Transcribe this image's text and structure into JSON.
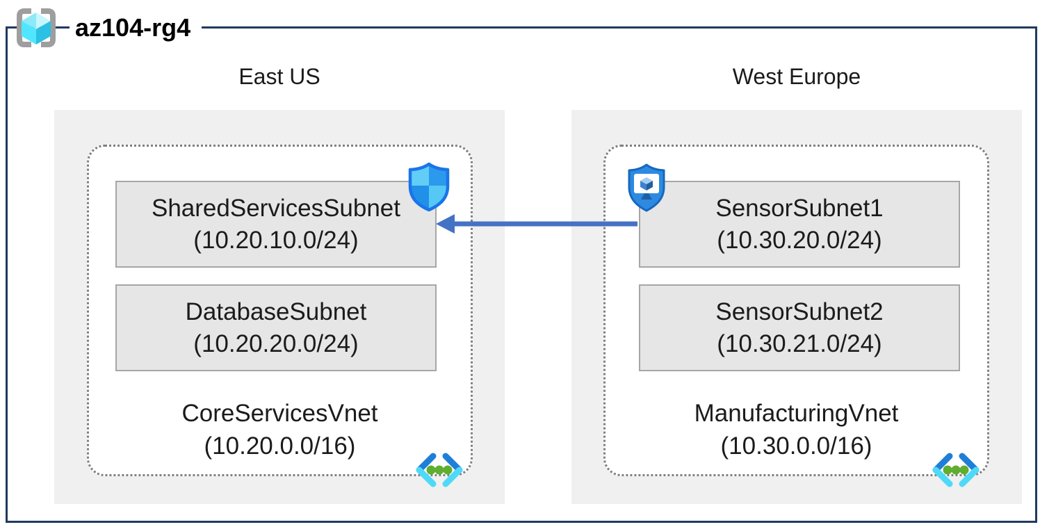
{
  "resource_group": {
    "label": "az104-rg4"
  },
  "regions": [
    {
      "name": "East US",
      "vnet": {
        "name": "CoreServicesVnet",
        "cidr": "(10.20.0.0/16)",
        "subnets": [
          {
            "name": "SharedServicesSubnet",
            "cidr": "(10.20.10.0/24)",
            "badge": "network-security-shield"
          },
          {
            "name": "DatabaseSubnet",
            "cidr": "(10.20.20.0/24)"
          }
        ]
      }
    },
    {
      "name": "West Europe",
      "vnet": {
        "name": "ManufacturingVnet",
        "cidr": "(10.30.0.0/16)",
        "subnets": [
          {
            "name": "SensorSubnet1",
            "cidr": "(10.30.20.0/24)",
            "badge": "shielded-device"
          },
          {
            "name": "SensorSubnet2",
            "cidr": "(10.30.21.0/24)"
          }
        ]
      }
    }
  ],
  "connection": {
    "from_subnet": "SensorSubnet1",
    "to_subnet": "SharedServicesSubnet",
    "direction": "right-to-left"
  },
  "colors": {
    "boundary_border": "#1f3a5f",
    "region_background": "#f0f0f0",
    "subnet_background": "#e6e6e6",
    "subnet_border": "#a6a6a6",
    "vnet_border": "#7f7f7f",
    "arrow": "#4472c4",
    "azure_blue": "#2b9aec",
    "azure_cyan": "#50e6ff",
    "vnet_icon_green": "#5fae30"
  }
}
